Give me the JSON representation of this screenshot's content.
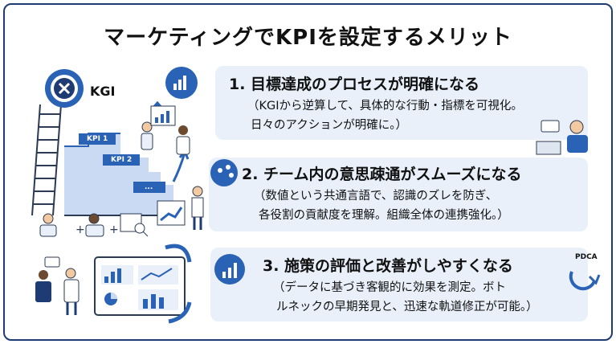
{
  "title": "マーケティングでKPIを設定するメリット",
  "kgi_label": "KGI",
  "kpi_tags": [
    "KPI 1",
    "KPI 2",
    "..."
  ],
  "pdca_label": "PDCA",
  "colors": {
    "primary": "#2a62b5",
    "navy": "#1f3b73",
    "panel": "#e9f0fa"
  },
  "benefits": [
    {
      "title": "1. 目標達成のプロセスが明確になる",
      "desc_line1": "（KGIから逆算して、具体的な行動・指標を可視化。",
      "desc_line2": "日々のアクションが明確に。）"
    },
    {
      "title": "2. チーム内の意思疎通がスムーズになる",
      "desc_line1": "（数値という共通言語で、認識のズレを防ぎ、",
      "desc_line2": "各役割の貢献度を理解。組織全体の連携強化。）"
    },
    {
      "title": "3. 施策の評価と改善がしやすくなる",
      "desc_line1": "（データに基づき客観的に効果を測定。ボト",
      "desc_line2": "ルネックの早期発見と、迅速な軌道修正が可能。）"
    }
  ]
}
